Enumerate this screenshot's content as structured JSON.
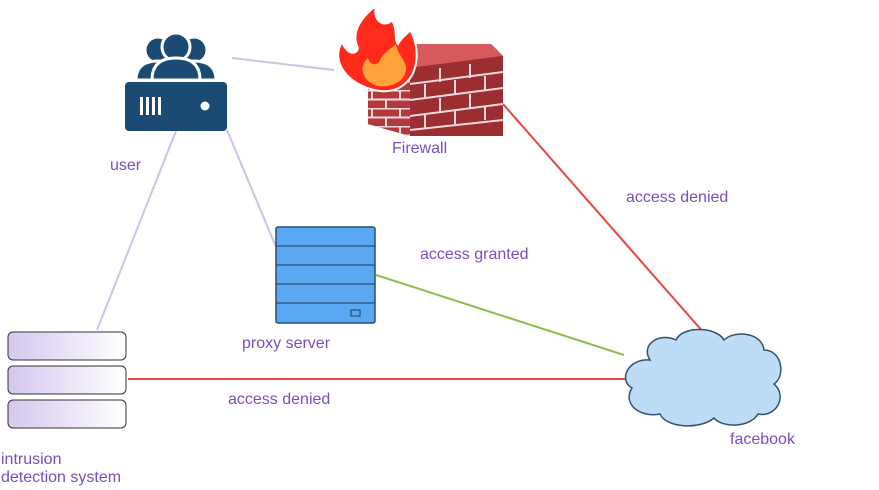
{
  "labels": {
    "user": "user",
    "firewall": "Firewall",
    "proxy": "proxy server",
    "ids_line1": "intrusion",
    "ids_line2": "detection system",
    "facebook": "facebook",
    "edge_firewall_facebook": "access denied",
    "edge_proxy_facebook": "access granted",
    "edge_ids_facebook": "access denied"
  },
  "icons": {
    "user": "users-server-icon",
    "firewall": "firewall-brick-wall-icon",
    "flame": "flame-icon",
    "proxy": "server-rack-icon",
    "ids": "storage-stack-icon",
    "facebook": "cloud-icon"
  },
  "colors": {
    "label_text": "#7b4cc0",
    "user_icon": "#1b4a73",
    "brick": "#b23a3e",
    "mortar": "#f2dada",
    "flame_outer": "#ff2a1c",
    "flame_inner": "#ffa23a",
    "server": "#5aa7f2",
    "server_stroke": "#2b4e72",
    "ids_fill": "#e4dcf2",
    "cloud_fill": "#bcdcf7",
    "cloud_stroke": "#36516f",
    "edge_neutral": "#ccc4e4",
    "edge_denied": "#e8463e",
    "edge_granted": "#8ac04a"
  }
}
